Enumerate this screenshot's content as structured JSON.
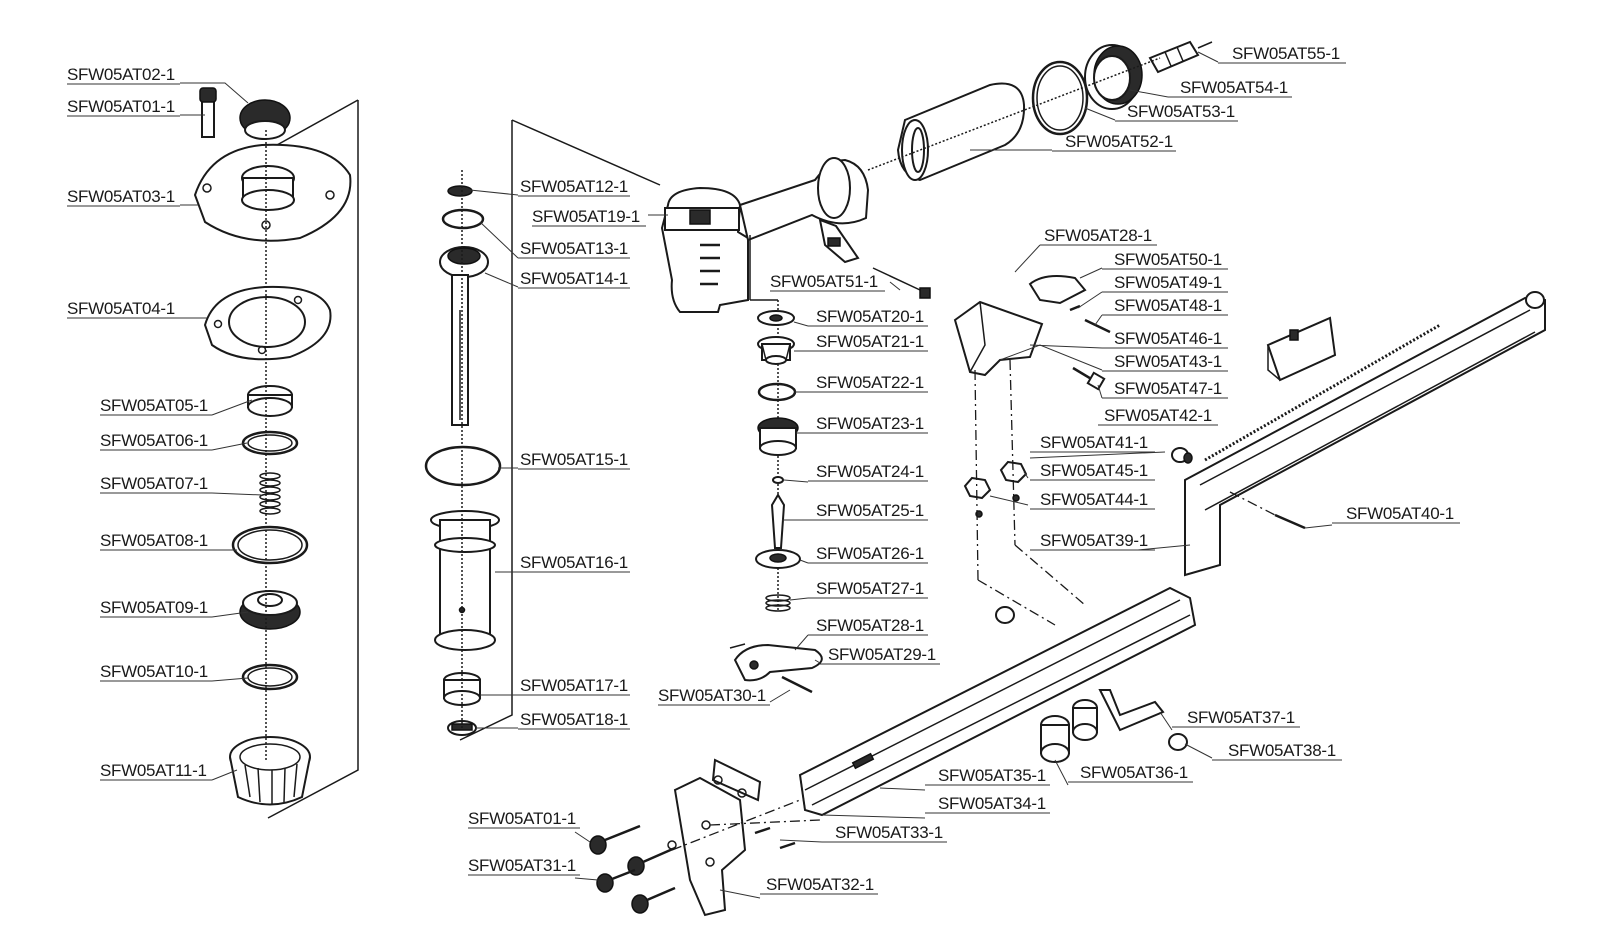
{
  "diagram": {
    "labels": [
      {
        "id": "p02",
        "text": "SFW05AT02-1"
      },
      {
        "id": "p01a",
        "text": "SFW05AT01-1"
      },
      {
        "id": "p03",
        "text": "SFW05AT03-1"
      },
      {
        "id": "p04",
        "text": "SFW05AT04-1"
      },
      {
        "id": "p05",
        "text": "SFW05AT05-1"
      },
      {
        "id": "p06",
        "text": "SFW05AT06-1"
      },
      {
        "id": "p07",
        "text": "SFW05AT07-1"
      },
      {
        "id": "p08",
        "text": "SFW05AT08-1"
      },
      {
        "id": "p09",
        "text": "SFW05AT09-1"
      },
      {
        "id": "p10",
        "text": "SFW05AT10-1"
      },
      {
        "id": "p11",
        "text": "SFW05AT11-1"
      },
      {
        "id": "p12",
        "text": "SFW05AT12-1"
      },
      {
        "id": "p19",
        "text": "SFW05AT19-1"
      },
      {
        "id": "p13",
        "text": "SFW05AT13-1"
      },
      {
        "id": "p14",
        "text": "SFW05AT14-1"
      },
      {
        "id": "p15",
        "text": "SFW05AT15-1"
      },
      {
        "id": "p16",
        "text": "SFW05AT16-1"
      },
      {
        "id": "p17",
        "text": "SFW05AT17-1"
      },
      {
        "id": "p18",
        "text": "SFW05AT18-1"
      },
      {
        "id": "p51",
        "text": "SFW05AT51-1"
      },
      {
        "id": "p20",
        "text": "SFW05AT20-1"
      },
      {
        "id": "p21",
        "text": "SFW05AT21-1"
      },
      {
        "id": "p22",
        "text": "SFW05AT22-1"
      },
      {
        "id": "p23",
        "text": "SFW05AT23-1"
      },
      {
        "id": "p24",
        "text": "SFW05AT24-1"
      },
      {
        "id": "p25",
        "text": "SFW05AT25-1"
      },
      {
        "id": "p26",
        "text": "SFW05AT26-1"
      },
      {
        "id": "p27",
        "text": "SFW05AT27-1"
      },
      {
        "id": "p28b",
        "text": "SFW05AT28-1"
      },
      {
        "id": "p29",
        "text": "SFW05AT29-1"
      },
      {
        "id": "p30",
        "text": "SFW05AT30-1"
      },
      {
        "id": "p55",
        "text": "SFW05AT55-1"
      },
      {
        "id": "p54",
        "text": "SFW05AT54-1"
      },
      {
        "id": "p53",
        "text": "SFW05AT53-1"
      },
      {
        "id": "p52",
        "text": "SFW05AT52-1"
      },
      {
        "id": "p28a",
        "text": "SFW05AT28-1"
      },
      {
        "id": "p50",
        "text": "SFW05AT50-1"
      },
      {
        "id": "p49",
        "text": "SFW05AT49-1"
      },
      {
        "id": "p48",
        "text": "SFW05AT48-1"
      },
      {
        "id": "p46",
        "text": "SFW05AT46-1"
      },
      {
        "id": "p43",
        "text": "SFW05AT43-1"
      },
      {
        "id": "p47",
        "text": "SFW05AT47-1"
      },
      {
        "id": "p42",
        "text": "SFW05AT42-1"
      },
      {
        "id": "p41",
        "text": "SFW05AT41-1"
      },
      {
        "id": "p45",
        "text": "SFW05AT45-1"
      },
      {
        "id": "p44",
        "text": "SFW05AT44-1"
      },
      {
        "id": "p40",
        "text": "SFW05AT40-1"
      },
      {
        "id": "p39",
        "text": "SFW05AT39-1"
      },
      {
        "id": "p37",
        "text": "SFW05AT37-1"
      },
      {
        "id": "p38",
        "text": "SFW05AT38-1"
      },
      {
        "id": "p35",
        "text": "SFW05AT35-1"
      },
      {
        "id": "p36",
        "text": "SFW05AT36-1"
      },
      {
        "id": "p34",
        "text": "SFW05AT34-1"
      },
      {
        "id": "p33",
        "text": "SFW05AT33-1"
      },
      {
        "id": "p01b",
        "text": "SFW05AT01-1"
      },
      {
        "id": "p31",
        "text": "SFW05AT31-1"
      },
      {
        "id": "p32",
        "text": "SFW05AT32-1"
      }
    ]
  }
}
